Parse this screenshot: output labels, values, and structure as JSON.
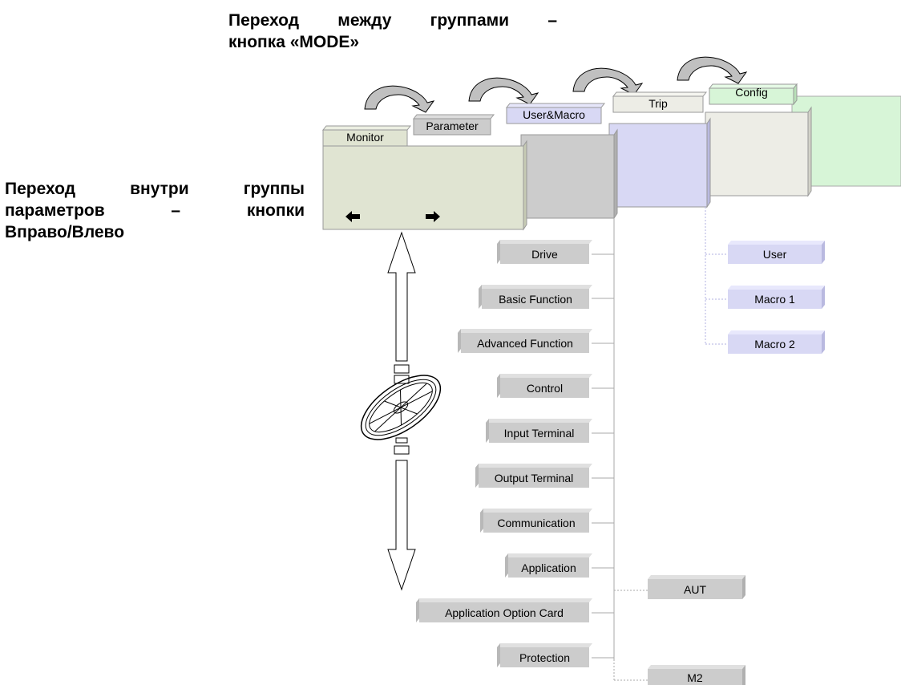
{
  "captions": {
    "mode_line1": [
      "Переход",
      "между",
      "группами",
      "–"
    ],
    "mode_line2": "кнопка «MODE»",
    "nav_line1": [
      "Переход",
      "внутри",
      "группы"
    ],
    "nav_line2": [
      "параметров",
      "–",
      "кнопки"
    ],
    "nav_line3": "Вправо/Влево"
  },
  "groups": [
    {
      "label": "Monitor",
      "color": "#e0e4d2"
    },
    {
      "label": "Parameter",
      "color": "#cccccc"
    },
    {
      "label": "User&Macro",
      "color": "#d8d8f4"
    },
    {
      "label": "Trip",
      "color": "#ededE6"
    },
    {
      "label": "Config",
      "color": "#d7f5d7"
    }
  ],
  "parameter_items": [
    "Drive",
    "Basic Function",
    "Advanced Function",
    "Control",
    "Input Terminal",
    "Output Terminal",
    "Communication",
    "Application",
    "Application Option Card",
    "Protection"
  ],
  "user_macro_items": [
    "User",
    "Macro 1",
    "Macro 2"
  ],
  "sub_items": [
    "AUT",
    "M2"
  ],
  "icons": [
    "curved-arrow-icon",
    "left-arrow-icon",
    "right-arrow-icon",
    "up-down-arrow-icon",
    "navigation-keypad-icon"
  ]
}
